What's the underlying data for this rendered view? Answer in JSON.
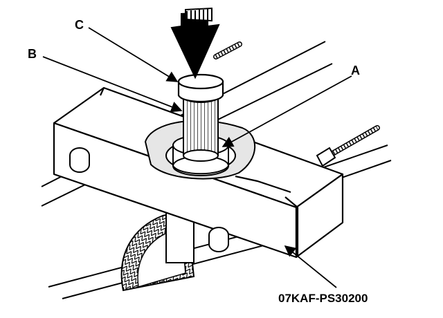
{
  "labels": {
    "a": "A",
    "b": "B",
    "c": "C",
    "part_number": "07KAF-PS30200"
  },
  "colors": {
    "line": "#000000",
    "background": "#ffffff",
    "shade": "#e6e6e6"
  }
}
